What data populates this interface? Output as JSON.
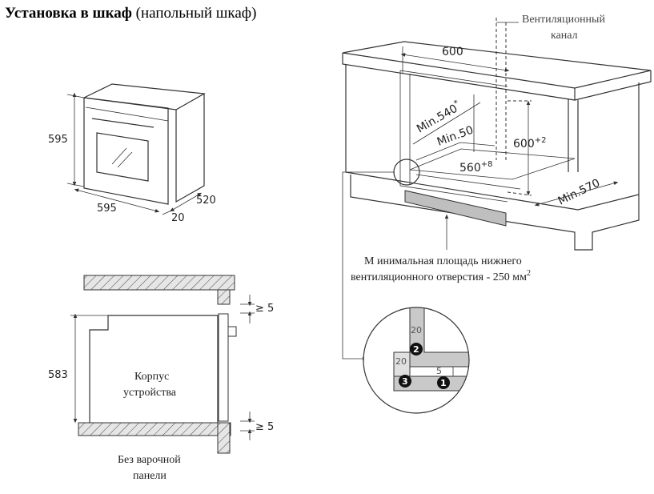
{
  "title": {
    "bold": "Установка в шкаф",
    "normal": "(напольный шкаф)"
  },
  "oven_dims": {
    "height": "595",
    "width": "595",
    "depth": "520",
    "door": "20"
  },
  "cabinet": {
    "vent_label_1": "Вентиляционный",
    "vent_label_2": "канал",
    "width": "600",
    "min_depth": "Min.540",
    "min_depth_sup": "*",
    "min_50": "Min.50",
    "height": "600",
    "height_tol": "+2",
    "inner_width": "560",
    "inner_width_tol": "+8",
    "min_570": "Min.570",
    "vent_area_1": "М инимальная площадь нижнего",
    "vent_area_2": "вентиляционного отверстия - 250 мм",
    "vent_area_sup": "2"
  },
  "detail": {
    "d20_top": "20",
    "d20_left": "20",
    "d5": "5",
    "n1": "1",
    "n2": "2",
    "n3": "3"
  },
  "section": {
    "height": "583",
    "gap_top": "≥ 5",
    "gap_bottom": "≥ 5",
    "body_1": "Корпус",
    "body_2": "устройства",
    "note_1": "Без варочной",
    "note_2": "панели"
  }
}
